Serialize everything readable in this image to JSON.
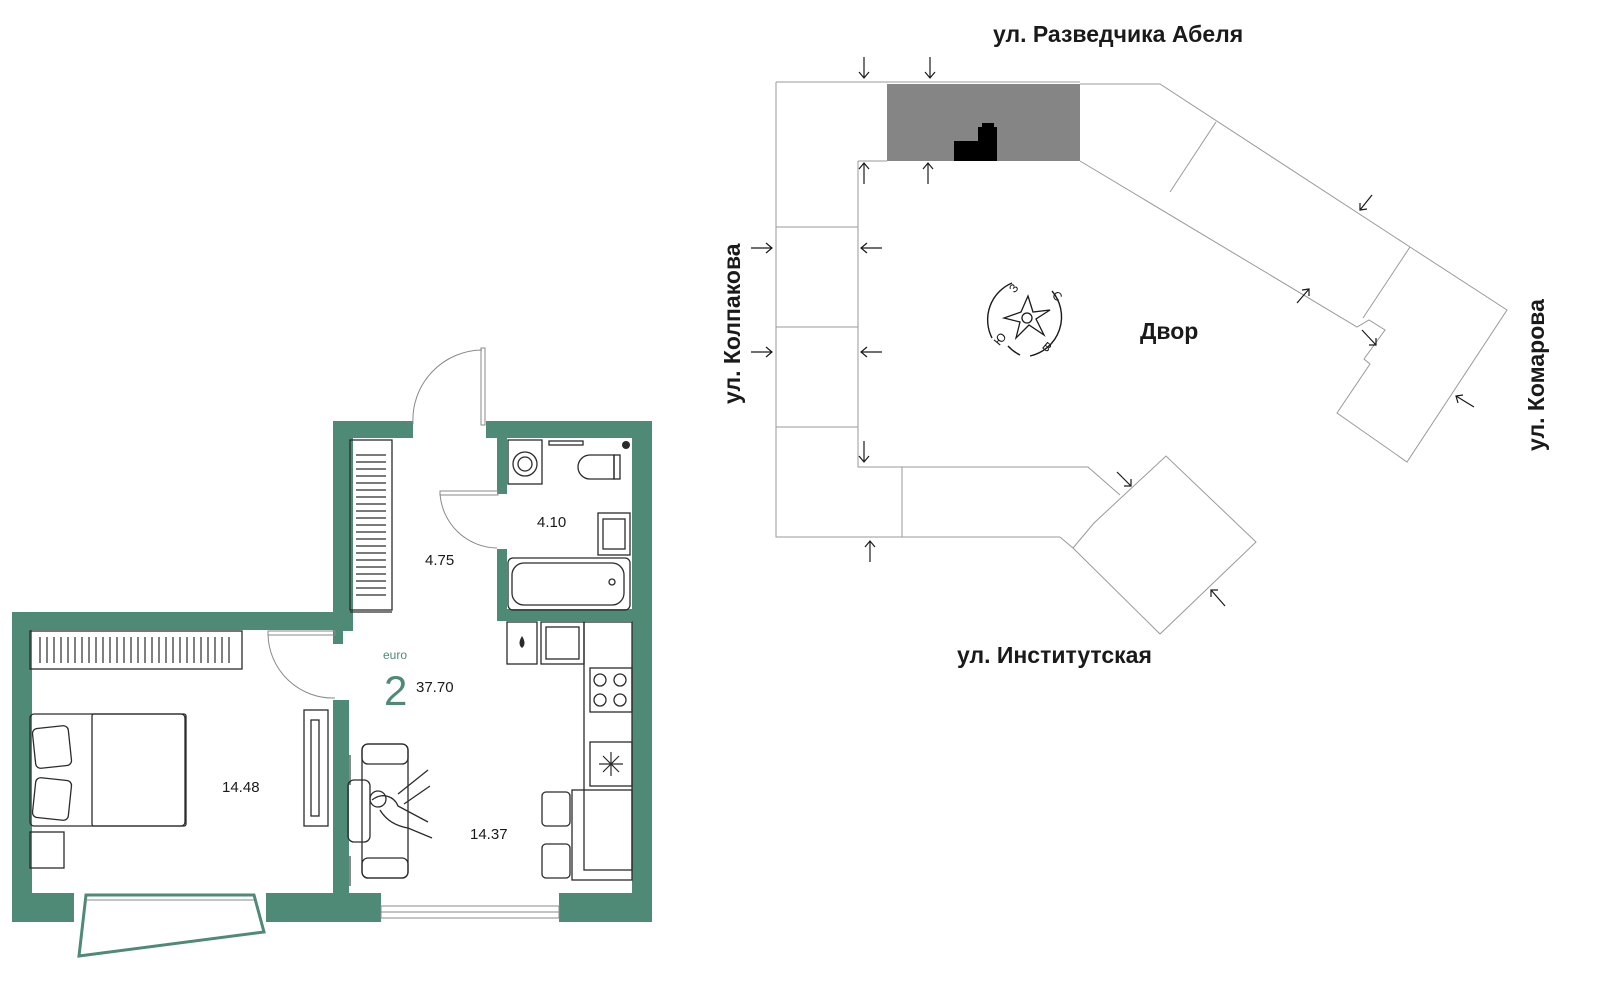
{
  "colors": {
    "wall": "#4f8a76",
    "accent": "#4f8a76",
    "section_selected": "#858585",
    "apartment_marker": "#000000",
    "outline": "#9a9a9a"
  },
  "apartment": {
    "type_label": "euro",
    "rooms": "2",
    "total_area": "37.70",
    "room_areas": {
      "hall": "4.75",
      "bathroom": "4.10",
      "bedroom": "14.48",
      "living_kitchen": "14.37"
    }
  },
  "site_plan": {
    "courtyard_label": "Двор",
    "streets": {
      "top": "ул. Разведчика Абеля",
      "left": "ул. Колпакова",
      "right": "ул. Комарова",
      "bottom": "ул. Институтская"
    },
    "compass": {
      "north": "С",
      "south": "Ю",
      "east": "В",
      "west": "З"
    }
  }
}
